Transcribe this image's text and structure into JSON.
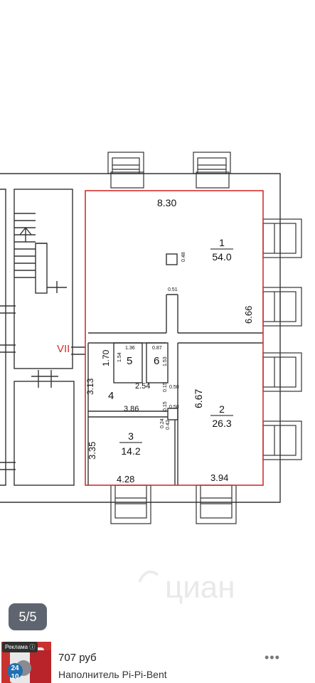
{
  "plan": {
    "section_label": "VII",
    "rooms": [
      {
        "number": "1",
        "area": "54.0"
      },
      {
        "number": "2",
        "area": "26.3"
      },
      {
        "number": "3",
        "area": "14.2"
      },
      {
        "number": "4",
        "area": ""
      },
      {
        "number": "5",
        "area": ""
      },
      {
        "number": "6",
        "area": ""
      }
    ],
    "dimensions": {
      "d830": "8.30",
      "d666": "6.66",
      "d667": "6.67",
      "d394": "3.94",
      "d428": "4.28",
      "d335": "3.35",
      "d313": "3.13",
      "d170": "1.70",
      "d386": "3.86",
      "d254": "2.54",
      "d136": "1.36",
      "d087": "0.87",
      "d154": "1.54",
      "d153": "1.53",
      "d048": "0.48",
      "d051": "0.51",
      "d050a": "0.50",
      "d050b": "0.50",
      "d015a": "0.15",
      "d015b": "0.15",
      "d024": "0.24",
      "d042": "0.42"
    },
    "watermark": "циан"
  },
  "gallery": {
    "counter": "5/5"
  },
  "ad": {
    "label": "Реклама ⓘ",
    "price": "707 руб",
    "title": "Наполнитель Pi-Pi-Bent",
    "more_icon": "more-dots-icon",
    "thumb_badge": "24 10"
  },
  "colors": {
    "highlight": "#d32f2f",
    "counter_bg": "#5f6570"
  }
}
